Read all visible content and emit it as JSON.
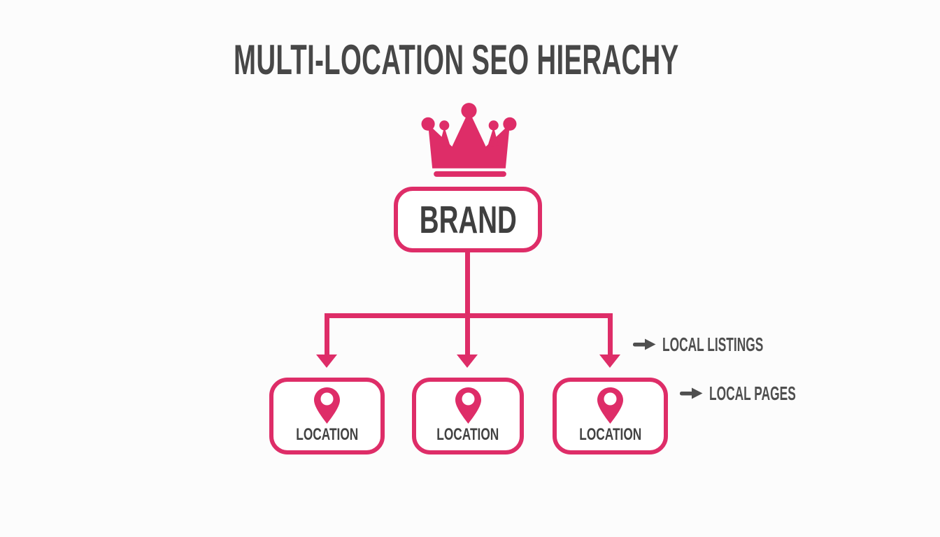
{
  "title": "MULTI-LOCATION SEO HIERACHY",
  "colors": {
    "pink": "#DE2D68",
    "ink": "#474747",
    "gray": "#4f4f4f"
  },
  "brand": {
    "icon": "crown-icon",
    "label": "BRAND"
  },
  "locations": [
    {
      "icon": "map-pin-icon",
      "label": "LOCATION"
    },
    {
      "icon": "map-pin-icon",
      "label": "LOCATION"
    },
    {
      "icon": "map-pin-icon",
      "label": "LOCATION"
    }
  ],
  "annotations": [
    {
      "icon": "arrow-right-icon",
      "label": "LOCAL LISTINGS"
    },
    {
      "icon": "arrow-right-icon",
      "label": "LOCAL PAGES"
    }
  ]
}
